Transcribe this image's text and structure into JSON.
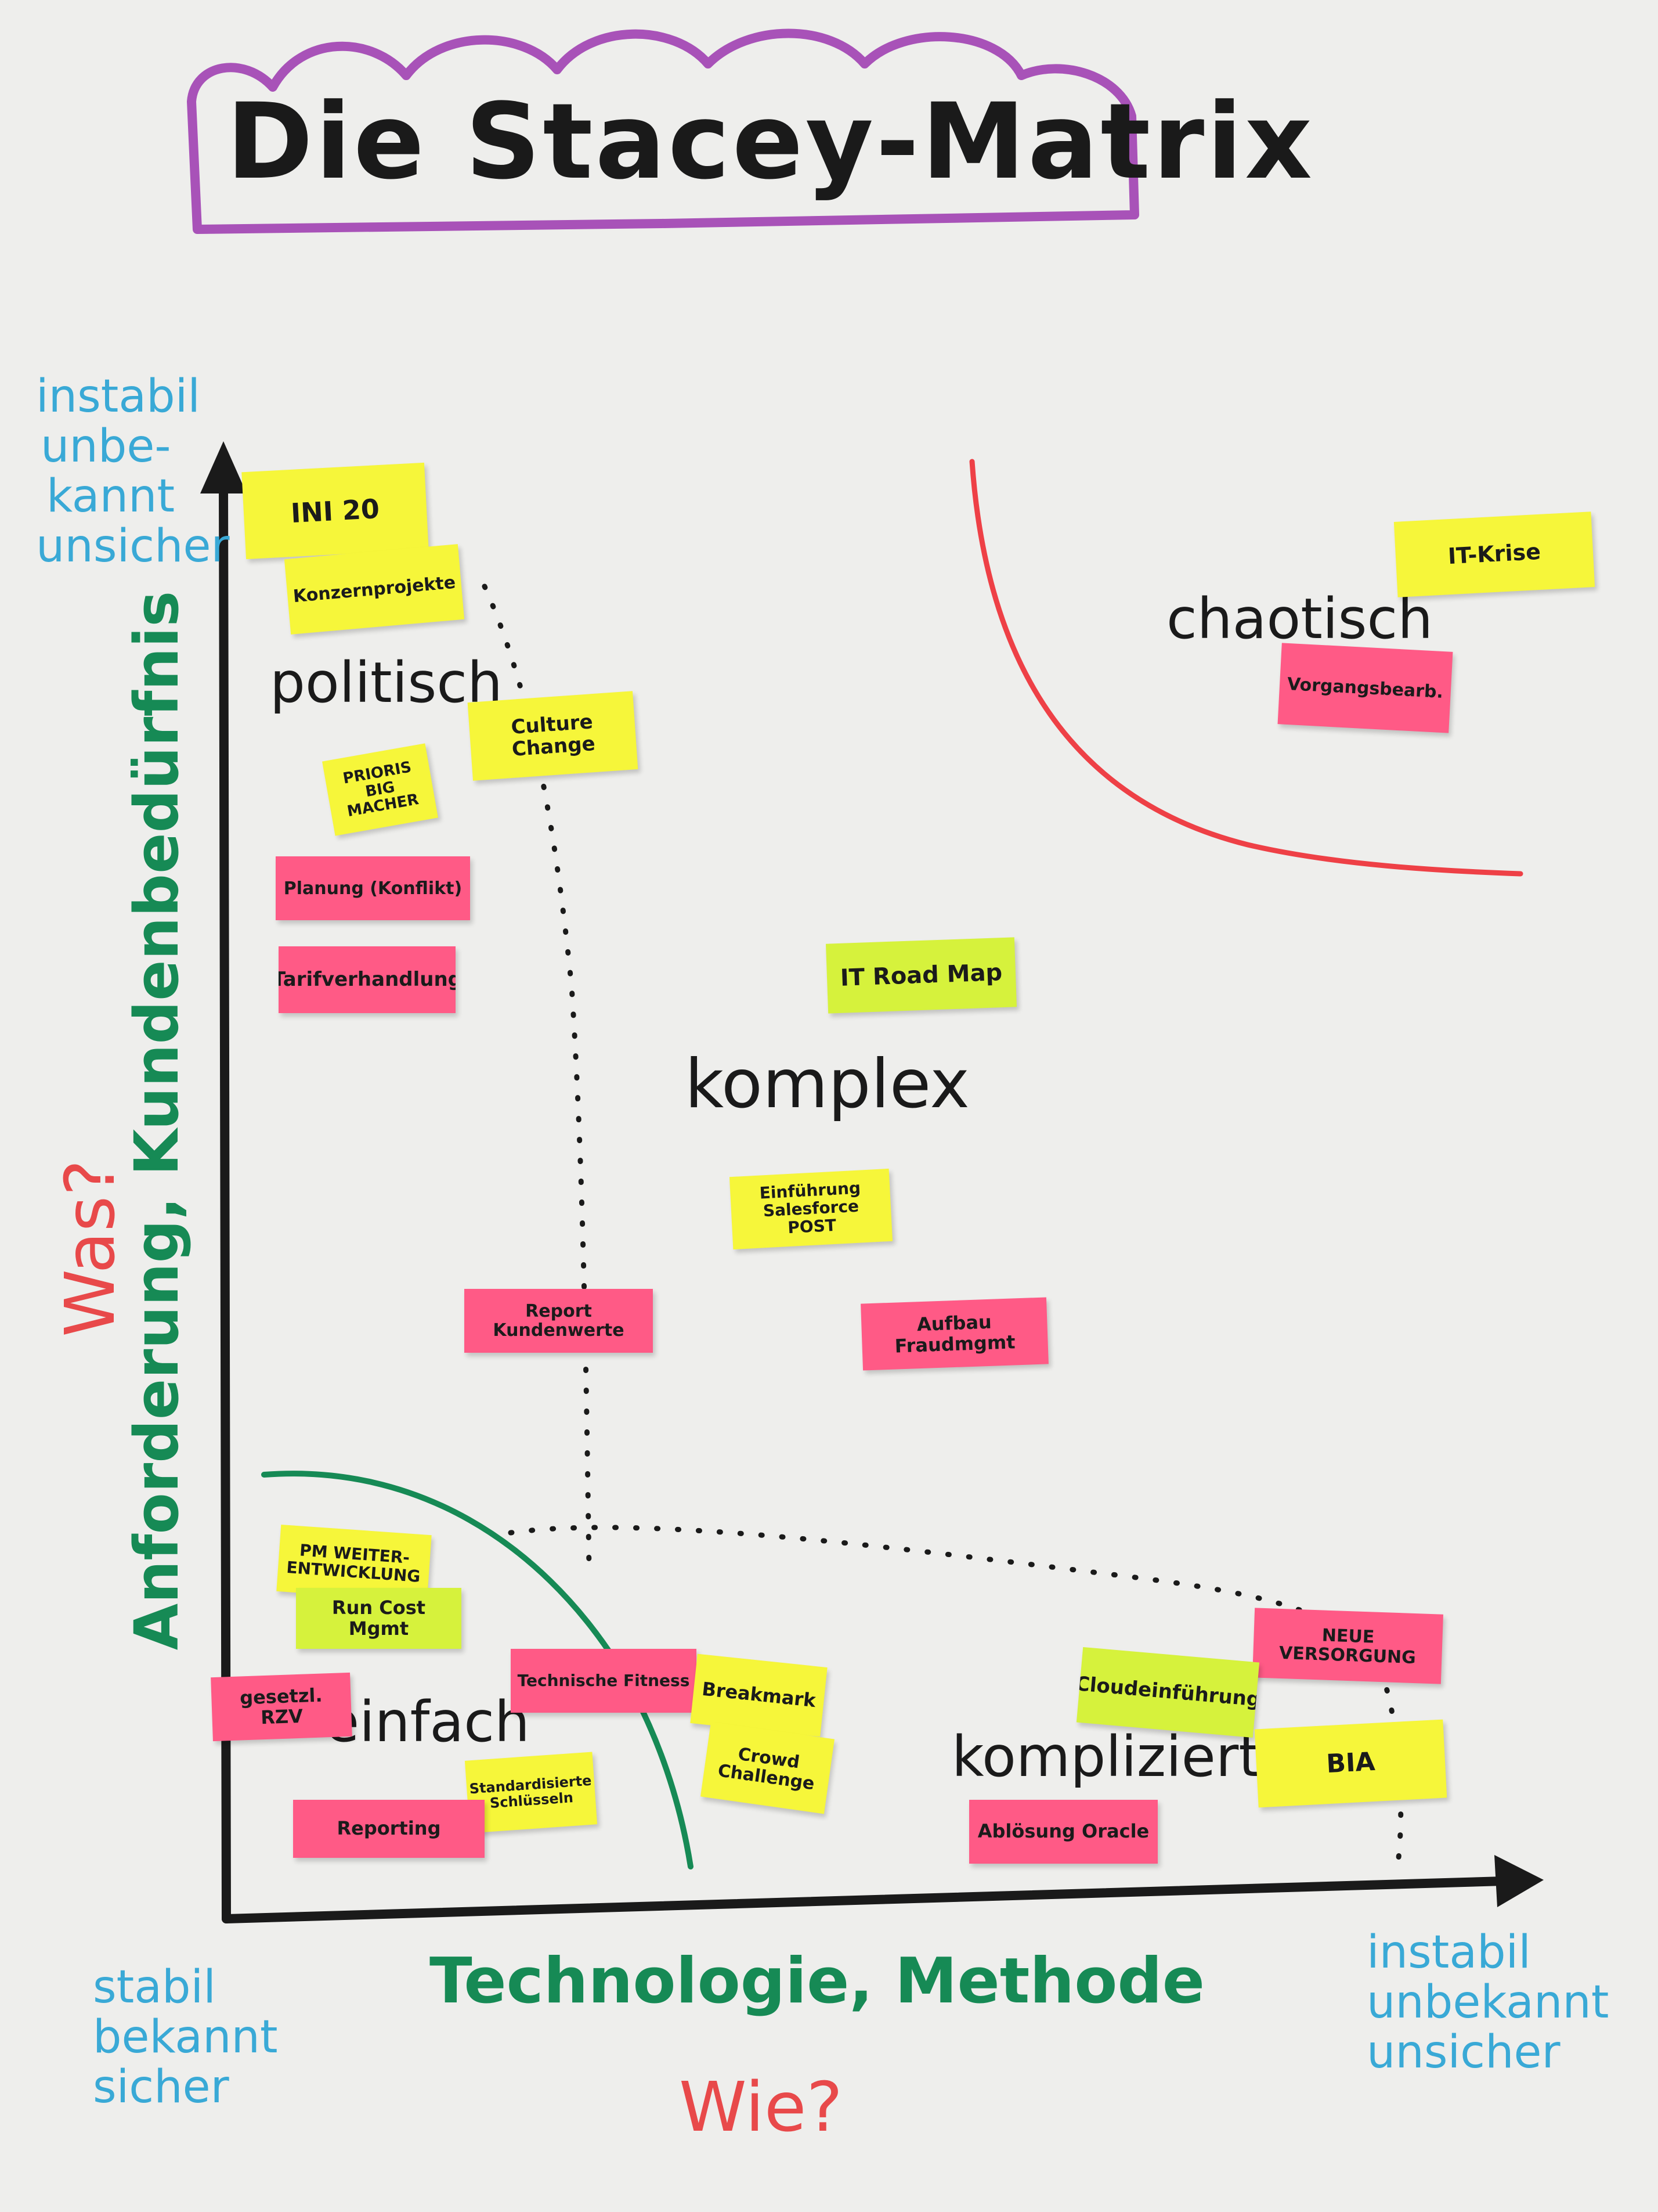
{
  "title": "Die Stacey-Matrix",
  "y_axis": {
    "top_label": [
      "instabil",
      "unbe-",
      "kannt",
      "unsicher"
    ],
    "question": "Was?",
    "label": "Anforderung, Kundenbedürfnis"
  },
  "x_axis": {
    "left_label": [
      "stabil",
      "bekannt",
      "sicher"
    ],
    "right_label": [
      "instabil",
      "unbekannt",
      "unsicher"
    ],
    "label": "Technologie, Methode",
    "question": "Wie?"
  },
  "zones": {
    "politisch": "politisch",
    "chaotisch": "chaotisch",
    "komplex": "komplex",
    "einfach": "einfach",
    "kompliziert": "kompliziert"
  },
  "notes": [
    {
      "id": "ini20",
      "text": "INI 20",
      "color": "#f6f63a"
    },
    {
      "id": "konzernprojekte",
      "text": "Konzernprojekte",
      "color": "#f6f63a"
    },
    {
      "id": "culture-change",
      "text": "Culture Change",
      "color": "#f6f63a"
    },
    {
      "id": "priorisierung",
      "text": "PRIORIS BIG MACHER",
      "color": "#f6f63a"
    },
    {
      "id": "planung",
      "text": "Planung (Konflikt)",
      "color": "#ff5a86"
    },
    {
      "id": "tarifverhandlung",
      "text": "Tarifverhandlung",
      "color": "#ff5a86"
    },
    {
      "id": "it-krise",
      "text": "IT-Krise",
      "color": "#f6f63a"
    },
    {
      "id": "vorgangsbearb",
      "text": "Vorgangsbearb.",
      "color": "#ff5a86"
    },
    {
      "id": "it-roadmap",
      "text": "IT Road Map",
      "color": "#d6f23c"
    },
    {
      "id": "salesforce",
      "text": "Einführung Salesforce POST",
      "color": "#f6f63a"
    },
    {
      "id": "kundenwerte",
      "text": "Report Kundenwerte",
      "color": "#ff5a86"
    },
    {
      "id": "fraudmgmt",
      "text": "Aufbau Fraudmgmt",
      "color": "#ff5a86"
    },
    {
      "id": "weiterentwicklung",
      "text": "PM WEITER-ENTWICKLUNG",
      "color": "#f6f63a"
    },
    {
      "id": "runcost",
      "text": "Run Cost Mgmt",
      "color": "#d6f23c"
    },
    {
      "id": "gesetzl",
      "text": "gesetzl. RZV",
      "color": "#ff5a86"
    },
    {
      "id": "technische-fitness",
      "text": "Technische Fitness",
      "color": "#ff5a86"
    },
    {
      "id": "breakmark",
      "text": "Breakmark",
      "color": "#f6f63a"
    },
    {
      "id": "crowd-challenge",
      "text": "Crowd Challenge",
      "color": "#f6f63a"
    },
    {
      "id": "standardisierung",
      "text": "Standardisierte Schlüsseln",
      "color": "#f6f63a"
    },
    {
      "id": "reporting",
      "text": "Reporting",
      "color": "#ff5a86"
    },
    {
      "id": "neue-versorgung",
      "text": "NEUE VERSORGUNG",
      "color": "#ff5a86"
    },
    {
      "id": "cloudeinfuehrung",
      "text": "Cloudeinführung",
      "color": "#d6f23c"
    },
    {
      "id": "bia",
      "text": "BIA",
      "color": "#f6f63a"
    },
    {
      "id": "abloesung-oracle",
      "text": "Ablösung Oracle",
      "color": "#ff5a86"
    }
  ],
  "colors": {
    "title_frame": "#a852b8",
    "axis": "#1a1a1a",
    "chaos_curve": "#ee4046",
    "simple_curve": "#168a55",
    "axis_endpoint_text": "#39a9d6",
    "axis_label_text": "#168a55",
    "question_text": "#e8494a"
  }
}
